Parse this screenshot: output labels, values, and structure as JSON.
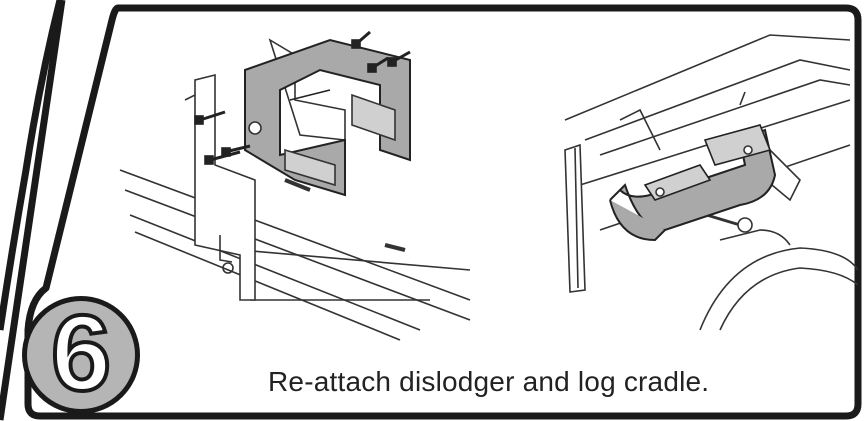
{
  "step": {
    "number": "6",
    "caption": "Re-attach dislodger and log cradle."
  },
  "colors": {
    "frame": "#1a1a1a",
    "badge_fill": "#b5b5b5",
    "part_fill": "#a9a9a9",
    "line_art": "#333333"
  },
  "illustrations": [
    {
      "name": "dislodger-bracket-exploded-view"
    },
    {
      "name": "log-cradle-installed-view"
    }
  ]
}
